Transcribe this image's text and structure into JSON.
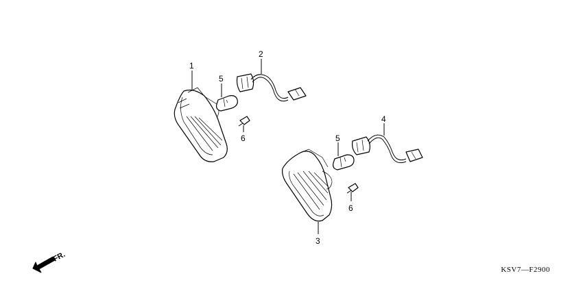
{
  "callouts": {
    "c1": "1",
    "c2": "2",
    "c3": "3",
    "c4": "4",
    "c5a": "5",
    "c5b": "5",
    "c6a": "6",
    "c6b": "6"
  },
  "front_arrow_label": "FR.",
  "diagram_code": "KSV7—F2900"
}
